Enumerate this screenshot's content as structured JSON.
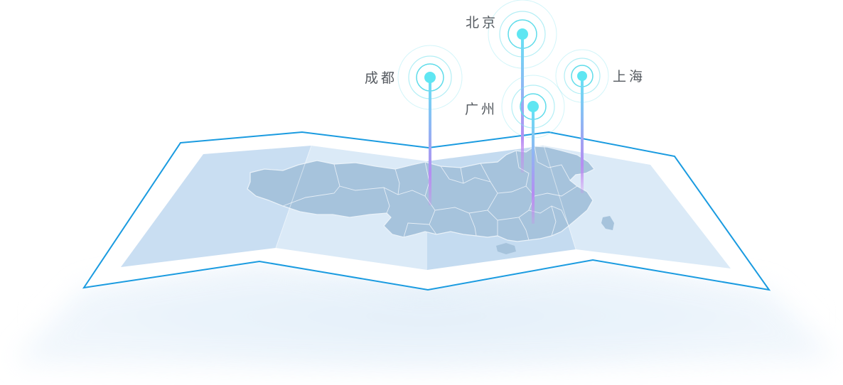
{
  "map": {
    "title": "",
    "colors": {
      "frame_stroke": "#1a9be0",
      "panel_light": "#dbeaf7",
      "panel_mid": "#c9def2",
      "panel_dark": "#b8d3ec",
      "land": "#a6c3dc",
      "border_line": "#e6eef6",
      "pin_top": "#66e3f5",
      "pin_bottom": "#c77bf2",
      "ring": "#7fe3ee",
      "shadow": "#d5e7f5"
    },
    "markers": [
      {
        "label": "北京",
        "icon": "map-pin-icon"
      },
      {
        "label": "成都",
        "icon": "map-pin-icon"
      },
      {
        "label": "上海",
        "icon": "map-pin-icon"
      },
      {
        "label": "广州",
        "icon": "map-pin-icon"
      }
    ]
  }
}
